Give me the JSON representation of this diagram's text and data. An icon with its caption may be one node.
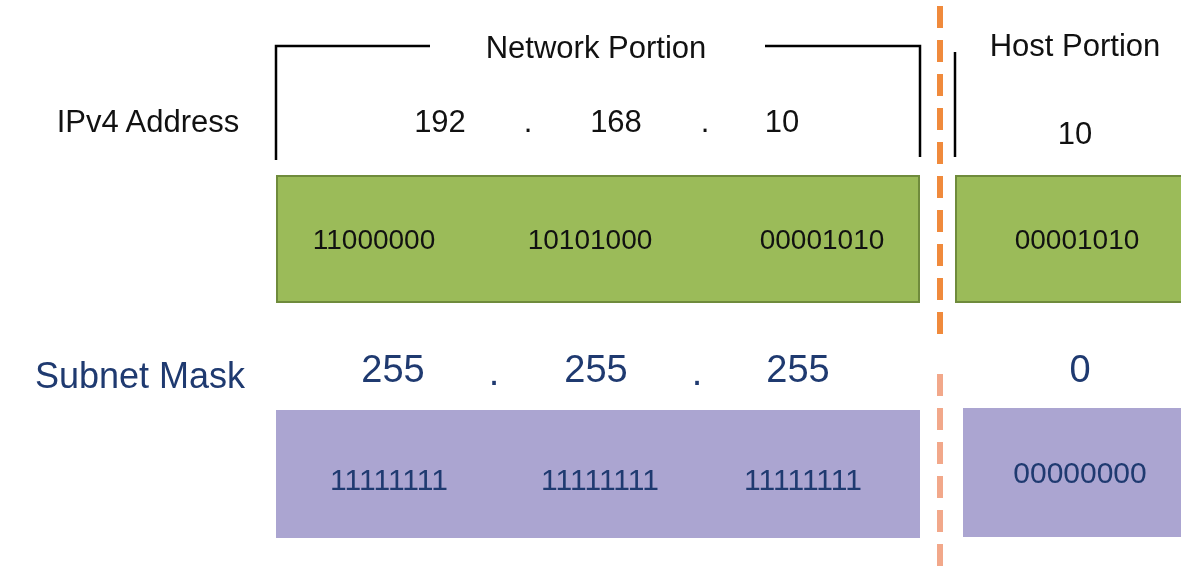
{
  "diagram": {
    "nodes": [
      {
        "text": [
          "11000000",
          "10101000",
          "00001010"
        ]
      },
      {
        "text": [
          "00001010"
        ]
      },
      {
        "text": [
          "11111111",
          "11111111",
          "11111111"
        ]
      },
      {
        "text": [
          "00000000"
        ]
      }
    ],
    "labels": [
      "Network Portion",
      "Host Portion",
      "IPv4 Address",
      "192",
      ".",
      "168",
      ".",
      "10",
      "10",
      "Subnet Mask",
      "255",
      ".",
      "255",
      ".",
      "255",
      "0"
    ]
  }
}
